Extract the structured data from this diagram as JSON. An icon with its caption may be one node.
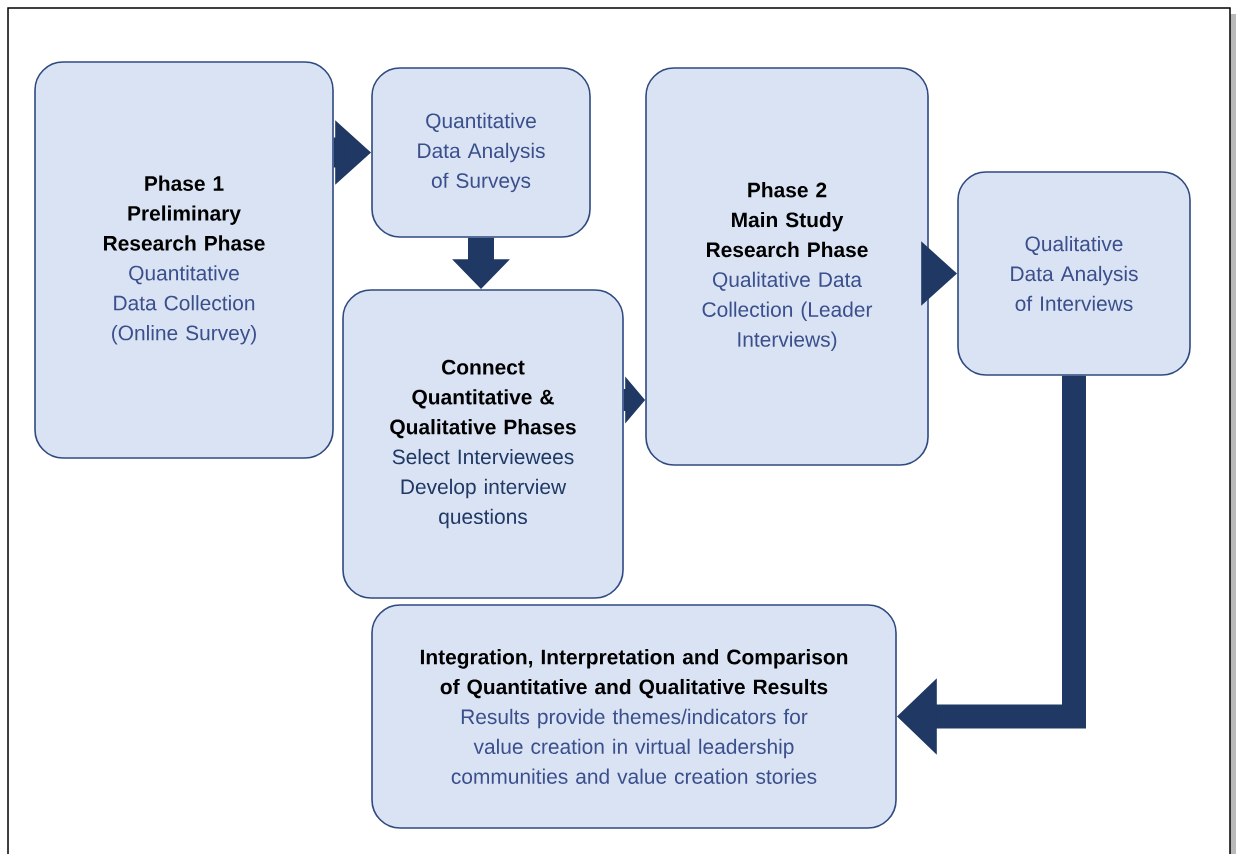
{
  "diagram": {
    "nodes": [
      {
        "text": [
          "Phase 1 Preliminary Research Phase",
          "Quantitative Data Collection (Online Survey)"
        ]
      },
      {
        "text": [
          "Quantitative Data Analysis of Surveys"
        ]
      },
      {
        "text": [
          "Connect Quantitative & Qualitative Phases",
          "Select Interviewees",
          "Develop interview questions"
        ]
      },
      {
        "text": [
          "Phase 2 Main Study Research Phase",
          "Qualitative Data Collection (Leader Interviews)"
        ]
      },
      {
        "text": [
          "Qualitative Data Analysis of Interviews"
        ]
      },
      {
        "text": [
          "Integration, Interpretation and Comparison of Quantitative and Qualitative Results",
          "Results provide themes/indicators for value creation in virtual leadership communities and value creation stories"
        ]
      }
    ],
    "edges": [
      {
        "from": 0,
        "to": 1,
        "arrow": "to"
      },
      {
        "from": 1,
        "to": 2,
        "arrow": "to"
      },
      {
        "from": 2,
        "to": 3,
        "arrow": "to"
      },
      {
        "from": 3,
        "to": 4,
        "arrow": "to"
      },
      {
        "from": 4,
        "to": 5,
        "arrow": "to"
      }
    ]
  }
}
